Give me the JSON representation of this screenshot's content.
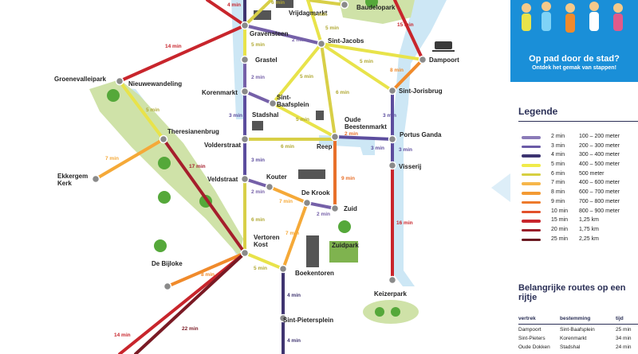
{
  "map": {
    "stations": {
      "vrijdagmarkt": "Vrijdagmarkt",
      "baudelopark": "Baudelopark",
      "gravensteen": "Gravensteen",
      "sint_jacobs": "Sint-Jacobs",
      "dampoort": "Dampoort",
      "groenevalleipark": "Groenevalleipark",
      "nieuwewandeling": "Nieuwewandeling",
      "grastel": "Grastel",
      "korenmarkt": "Korenmarkt",
      "sint_jorisbrug": "Sint-Jorisbrug",
      "sint_baafsplein": "Sint-\nBaafsplein",
      "stadshal": "Stadshal",
      "oude_beestenmarkt": "Oude\nBeestenmarkt",
      "portus_ganda": "Portus Ganda",
      "theresianenbrug": "Theresianenbrug",
      "volderstraat": "Volderstraat",
      "reep": "Reep",
      "visserij": "Visserij",
      "ekkergem_kerk": "Ekkergem\nKerk",
      "veldstraat": "Veldstraat",
      "kouter": "Kouter",
      "de_krook": "De Krook",
      "zuid": "Zuid",
      "vertoren_kost": "Vertoren\nKost",
      "zuidpark": "Zuidpark",
      "de_bijloke": "De Bijloke",
      "boekentoren": "Boekentoren",
      "keizerpark": "Keizerpark",
      "sint_pietersplein": "Sint-Pietersplein"
    },
    "times": {
      "t_top_red": "4 min",
      "t_top_yellow": "6 min",
      "t_vrij_bau": "5 min",
      "t_right_red": "15 min",
      "t_grav_jac": "2 min",
      "t_jac_down": "5 min",
      "t_groene_red": "14 min",
      "t_grav_gras": "5 min",
      "t_jac_yel1": "5 min",
      "t_jac_yel2": "5 min",
      "t_damp_joris": "8 min",
      "t_gras_koren": "2 min",
      "t_jac_stad": "5 min",
      "t_jac_oude": "6 min",
      "t_nieuwe_there": "5 min",
      "t_koren_vold": "3 min",
      "t_stad_oude": "5 min",
      "t_oude_portus": "3 min",
      "t_joris_portus": "3 min",
      "t_vold_reep": "6 min",
      "t_reep_oude": "2 min",
      "t_reep_portus": "3 min",
      "t_portus_viss": "3 min",
      "t_ekk_there": "7 min",
      "t_there_vert": "17 min",
      "t_vold_veld": "3 min",
      "t_reep_zuid": "9 min",
      "t_veld_kout": "2 min",
      "t_kout_krook": "7 min",
      "t_krook_zuid": "2 min",
      "t_viss_keiz": "16 min",
      "t_veld_vert": "6 min",
      "t_krook_boek": "7 min",
      "t_bijl_vert": "8 min",
      "t_vert_boek": "5 min",
      "t_boek_piet": "4 min",
      "t_bottom_red": "14 min",
      "t_bottom_red2": "22 min",
      "t_piet_down": "4 min"
    },
    "colors": {
      "water": "#cde7f5",
      "park": "#cfe2a8",
      "tree": "#55a83a",
      "line_2": "#7560a8",
      "line_3": "#5c4d9e",
      "line_4": "#3f3470",
      "line_5": "#e8e34a",
      "line_6": "#d8cf47",
      "line_7": "#f5a938",
      "line_8": "#f08a2b",
      "line_9": "#e8702a",
      "line_15": "#c8252c",
      "line_17": "#a51e2c",
      "line_22": "#7a1a24"
    }
  },
  "sidebar": {
    "promo_title": "Op pad door de stad?",
    "promo_sub": "Ontdek het gemak van stappen!",
    "legend_title": "Legende",
    "legend": [
      {
        "min": "2 min",
        "dist": "100 – 200 meter",
        "color": "#8b7bb8"
      },
      {
        "min": "3 min",
        "dist": "200 – 300 meter",
        "color": "#6a5aa6"
      },
      {
        "min": "4 min",
        "dist": "300 – 400 meter",
        "color": "#3c3370"
      },
      {
        "min": "5 min",
        "dist": "400 – 500 meter",
        "color": "#f0eb4a"
      },
      {
        "min": "6 min",
        "dist": "500 meter",
        "color": "#d6cf40"
      },
      {
        "min": "7 min",
        "dist": "400 – 600 meter",
        "color": "#f6b64a"
      },
      {
        "min": "8 min",
        "dist": "600 – 700 meter",
        "color": "#f39a33"
      },
      {
        "min": "9 min",
        "dist": "700 – 800 meter",
        "color": "#ed7a2b"
      },
      {
        "min": "10 min",
        "dist": "800 – 900 meter",
        "color": "#e2502a"
      },
      {
        "min": "15 min",
        "dist": "1,25 km",
        "color": "#c8252c"
      },
      {
        "min": "20 min",
        "dist": "1,75 km",
        "color": "#9a1e2a"
      },
      {
        "min": "25 min",
        "dist": "2,25 km",
        "color": "#6b1a22"
      }
    ],
    "routes_title": "Belangrijke routes op een rijtje",
    "routes_head": {
      "from": "vertrek",
      "to": "bestemming",
      "time": "tijd"
    },
    "routes": [
      {
        "from": "Dampoort",
        "to": "Sint-Baafsplein",
        "time": "25 min"
      },
      {
        "from": "Sint-Pieters",
        "to": "Korenmarkt",
        "time": "34 min"
      },
      {
        "from": "Oude Dokken",
        "to": "Stadshal",
        "time": "24 min"
      }
    ]
  }
}
